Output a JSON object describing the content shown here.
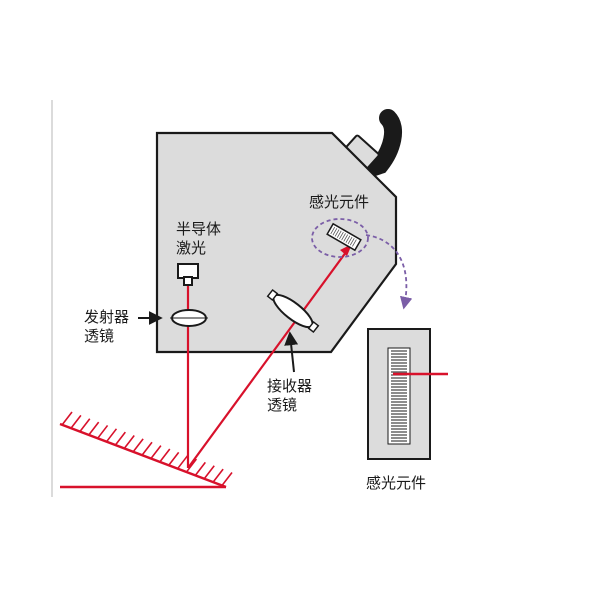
{
  "labels": {
    "sensor_top": "感光元件",
    "laser": [
      "半导体",
      "激光"
    ],
    "emitter_lens": [
      "发射器",
      "透镜"
    ],
    "receiver_lens": [
      "接收器",
      "透镜"
    ],
    "sensor_bottom": "感光元件"
  },
  "colors": {
    "housing_fill": "#dcdcdc",
    "housing_stroke": "#1a1a1a",
    "laser_beam": "#d8112b",
    "hatch": "#d8112b",
    "callout_arrow": "#7b5ea7",
    "left_rule": "#cfcfcf"
  },
  "icons": {
    "cable": "cable-icon",
    "arrow": "callout-arrow-icon"
  }
}
